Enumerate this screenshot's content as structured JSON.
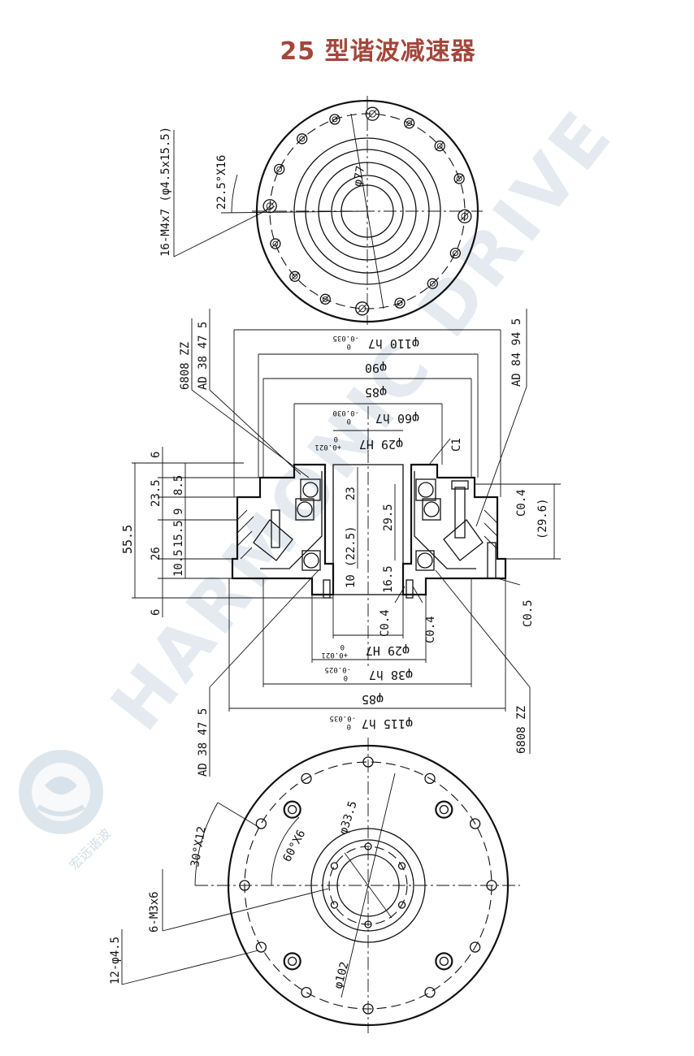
{
  "title": "25 型谐波减速器",
  "colors": {
    "title": "#a4463a",
    "line": "#111111",
    "watermark": "#9fb7cc"
  },
  "watermark": {
    "brand": "HARMONIC DRIVE",
    "cn": "宏远谐波"
  },
  "top_view": {
    "thread_note": "16-M4x7 (φ4.5x15.5)",
    "angle_note": "22.5°X16",
    "pcd": "φ77"
  },
  "section_view": {
    "top_dims": {
      "d110": "φ110 h7",
      "d110_tol_upper": "0",
      "d110_tol_lower": "-0.035",
      "d90": "φ90",
      "d85": "φ85",
      "d60": "φ60 h7",
      "d60_tol_upper": "0",
      "d60_tol_lower": "-0.030",
      "d29": "φ29 H7",
      "d29_tol_upper": "+0.021",
      "d29_tol_lower": "0"
    },
    "bottom_dims": {
      "d29": "φ29 H7",
      "d29_tol_upper": "+0.021",
      "d29_tol_lower": "0",
      "d38": "φ38 h7",
      "d38_tol_upper": "0",
      "d38_tol_lower": "-0.025",
      "d85": "φ85",
      "d115": "φ115 h7",
      "d115_tol_upper": "0",
      "d115_tol_lower": "-0.035"
    },
    "left_dims": {
      "overall": "55.5",
      "a": "6",
      "b": "23.5",
      "c": "8.5",
      "d": "9",
      "e": "15.5",
      "f": "26",
      "g": "10.5",
      "h": "6"
    },
    "center_dims": {
      "c23": "23",
      "c22_5": "(22.5)",
      "c10": "10",
      "c29_5": "29.5",
      "c16_5": "16.5"
    },
    "right_dims": {
      "c04": "C0.4",
      "c29_6": "(29.6)",
      "c05": "C0.5"
    },
    "chamfers": {
      "c1": "C1",
      "c04_left": "C0.4",
      "c04_right": "C0.4"
    },
    "parts": {
      "bearing_top_left": "6808 ZZ",
      "seal_top_left": "AD 38 47 5",
      "seal_top_right": "AD 84 94 5",
      "seal_bottom_left": "AD 38 47 5",
      "bearing_bottom_right": "6808 ZZ"
    }
  },
  "bottom_view": {
    "angle_30": "30°X12",
    "angle_60": "60°X6",
    "thread_m3": "6-M3x6",
    "holes": "12-φ4.5",
    "pcd_33_5": "φ33.5",
    "pcd_102": "φ102"
  }
}
